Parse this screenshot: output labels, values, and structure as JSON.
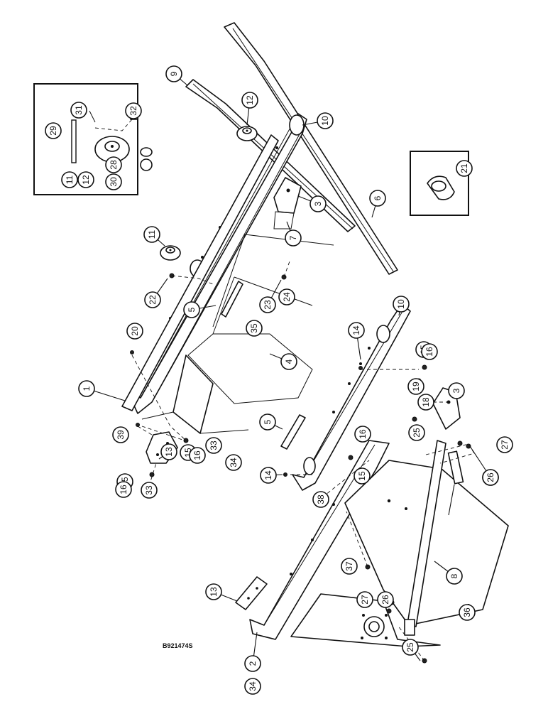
{
  "drawing": {
    "reference_code": "B921474S",
    "callouts": [
      {
        "label": "1"
      },
      {
        "label": "2"
      },
      {
        "label": "3"
      },
      {
        "label": "3"
      },
      {
        "label": "4"
      },
      {
        "label": "5"
      },
      {
        "label": "5"
      },
      {
        "label": "6"
      },
      {
        "label": "7"
      },
      {
        "label": "8"
      },
      {
        "label": "9"
      },
      {
        "label": "10"
      },
      {
        "label": "10"
      },
      {
        "label": "11"
      },
      {
        "label": "11"
      },
      {
        "label": "12"
      },
      {
        "label": "12"
      },
      {
        "label": "13"
      },
      {
        "label": "13"
      },
      {
        "label": "14"
      },
      {
        "label": "14"
      },
      {
        "label": "15"
      },
      {
        "label": "15"
      },
      {
        "label": "15"
      },
      {
        "label": "15"
      },
      {
        "label": "16"
      },
      {
        "label": "16"
      },
      {
        "label": "16"
      },
      {
        "label": "16"
      },
      {
        "label": "17"
      },
      {
        "label": "18"
      },
      {
        "label": "19"
      },
      {
        "label": "20"
      },
      {
        "label": "21"
      },
      {
        "label": "22"
      },
      {
        "label": "23"
      },
      {
        "label": "24"
      },
      {
        "label": "25"
      },
      {
        "label": "25"
      },
      {
        "label": "26"
      },
      {
        "label": "26"
      },
      {
        "label": "27"
      },
      {
        "label": "27"
      },
      {
        "label": "28"
      },
      {
        "label": "29"
      },
      {
        "label": "30"
      },
      {
        "label": "31"
      },
      {
        "label": "32"
      },
      {
        "label": "33"
      },
      {
        "label": "33"
      },
      {
        "label": "34"
      },
      {
        "label": "34"
      },
      {
        "label": "35"
      },
      {
        "label": "36"
      },
      {
        "label": "37"
      },
      {
        "label": "38"
      },
      {
        "label": "39"
      }
    ]
  }
}
